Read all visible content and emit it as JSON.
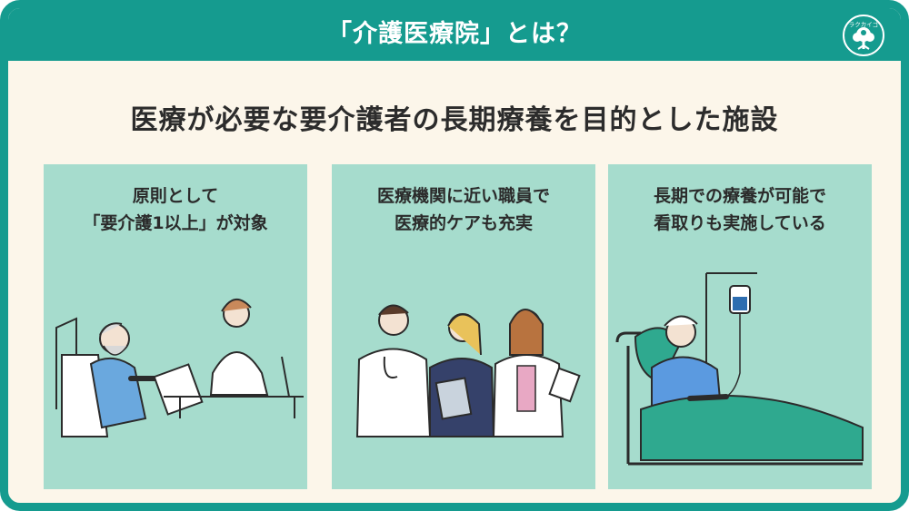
{
  "header": {
    "title": "「介護医療院」とは？",
    "logo_text": "ラクカイゴ"
  },
  "subtitle": "医療が必要な要介護者の長期療養を目的とした施設",
  "cards": [
    {
      "line1": "原則として",
      "line2": "「要介護1以上」が対象",
      "illustration": "patient-and-nurse-illustration"
    },
    {
      "line1": "医療機関に近い職員で",
      "line2": "医療的ケアも充実",
      "illustration": "medical-staff-illustration"
    },
    {
      "line1": "長期での療養が可能で",
      "line2": "看取りも実施している",
      "illustration": "patient-in-bed-illustration"
    }
  ],
  "colors": {
    "teal": "#159b8f",
    "background": "#fcf6ea",
    "card": "#a6dccd",
    "text": "#2c2c2c"
  }
}
